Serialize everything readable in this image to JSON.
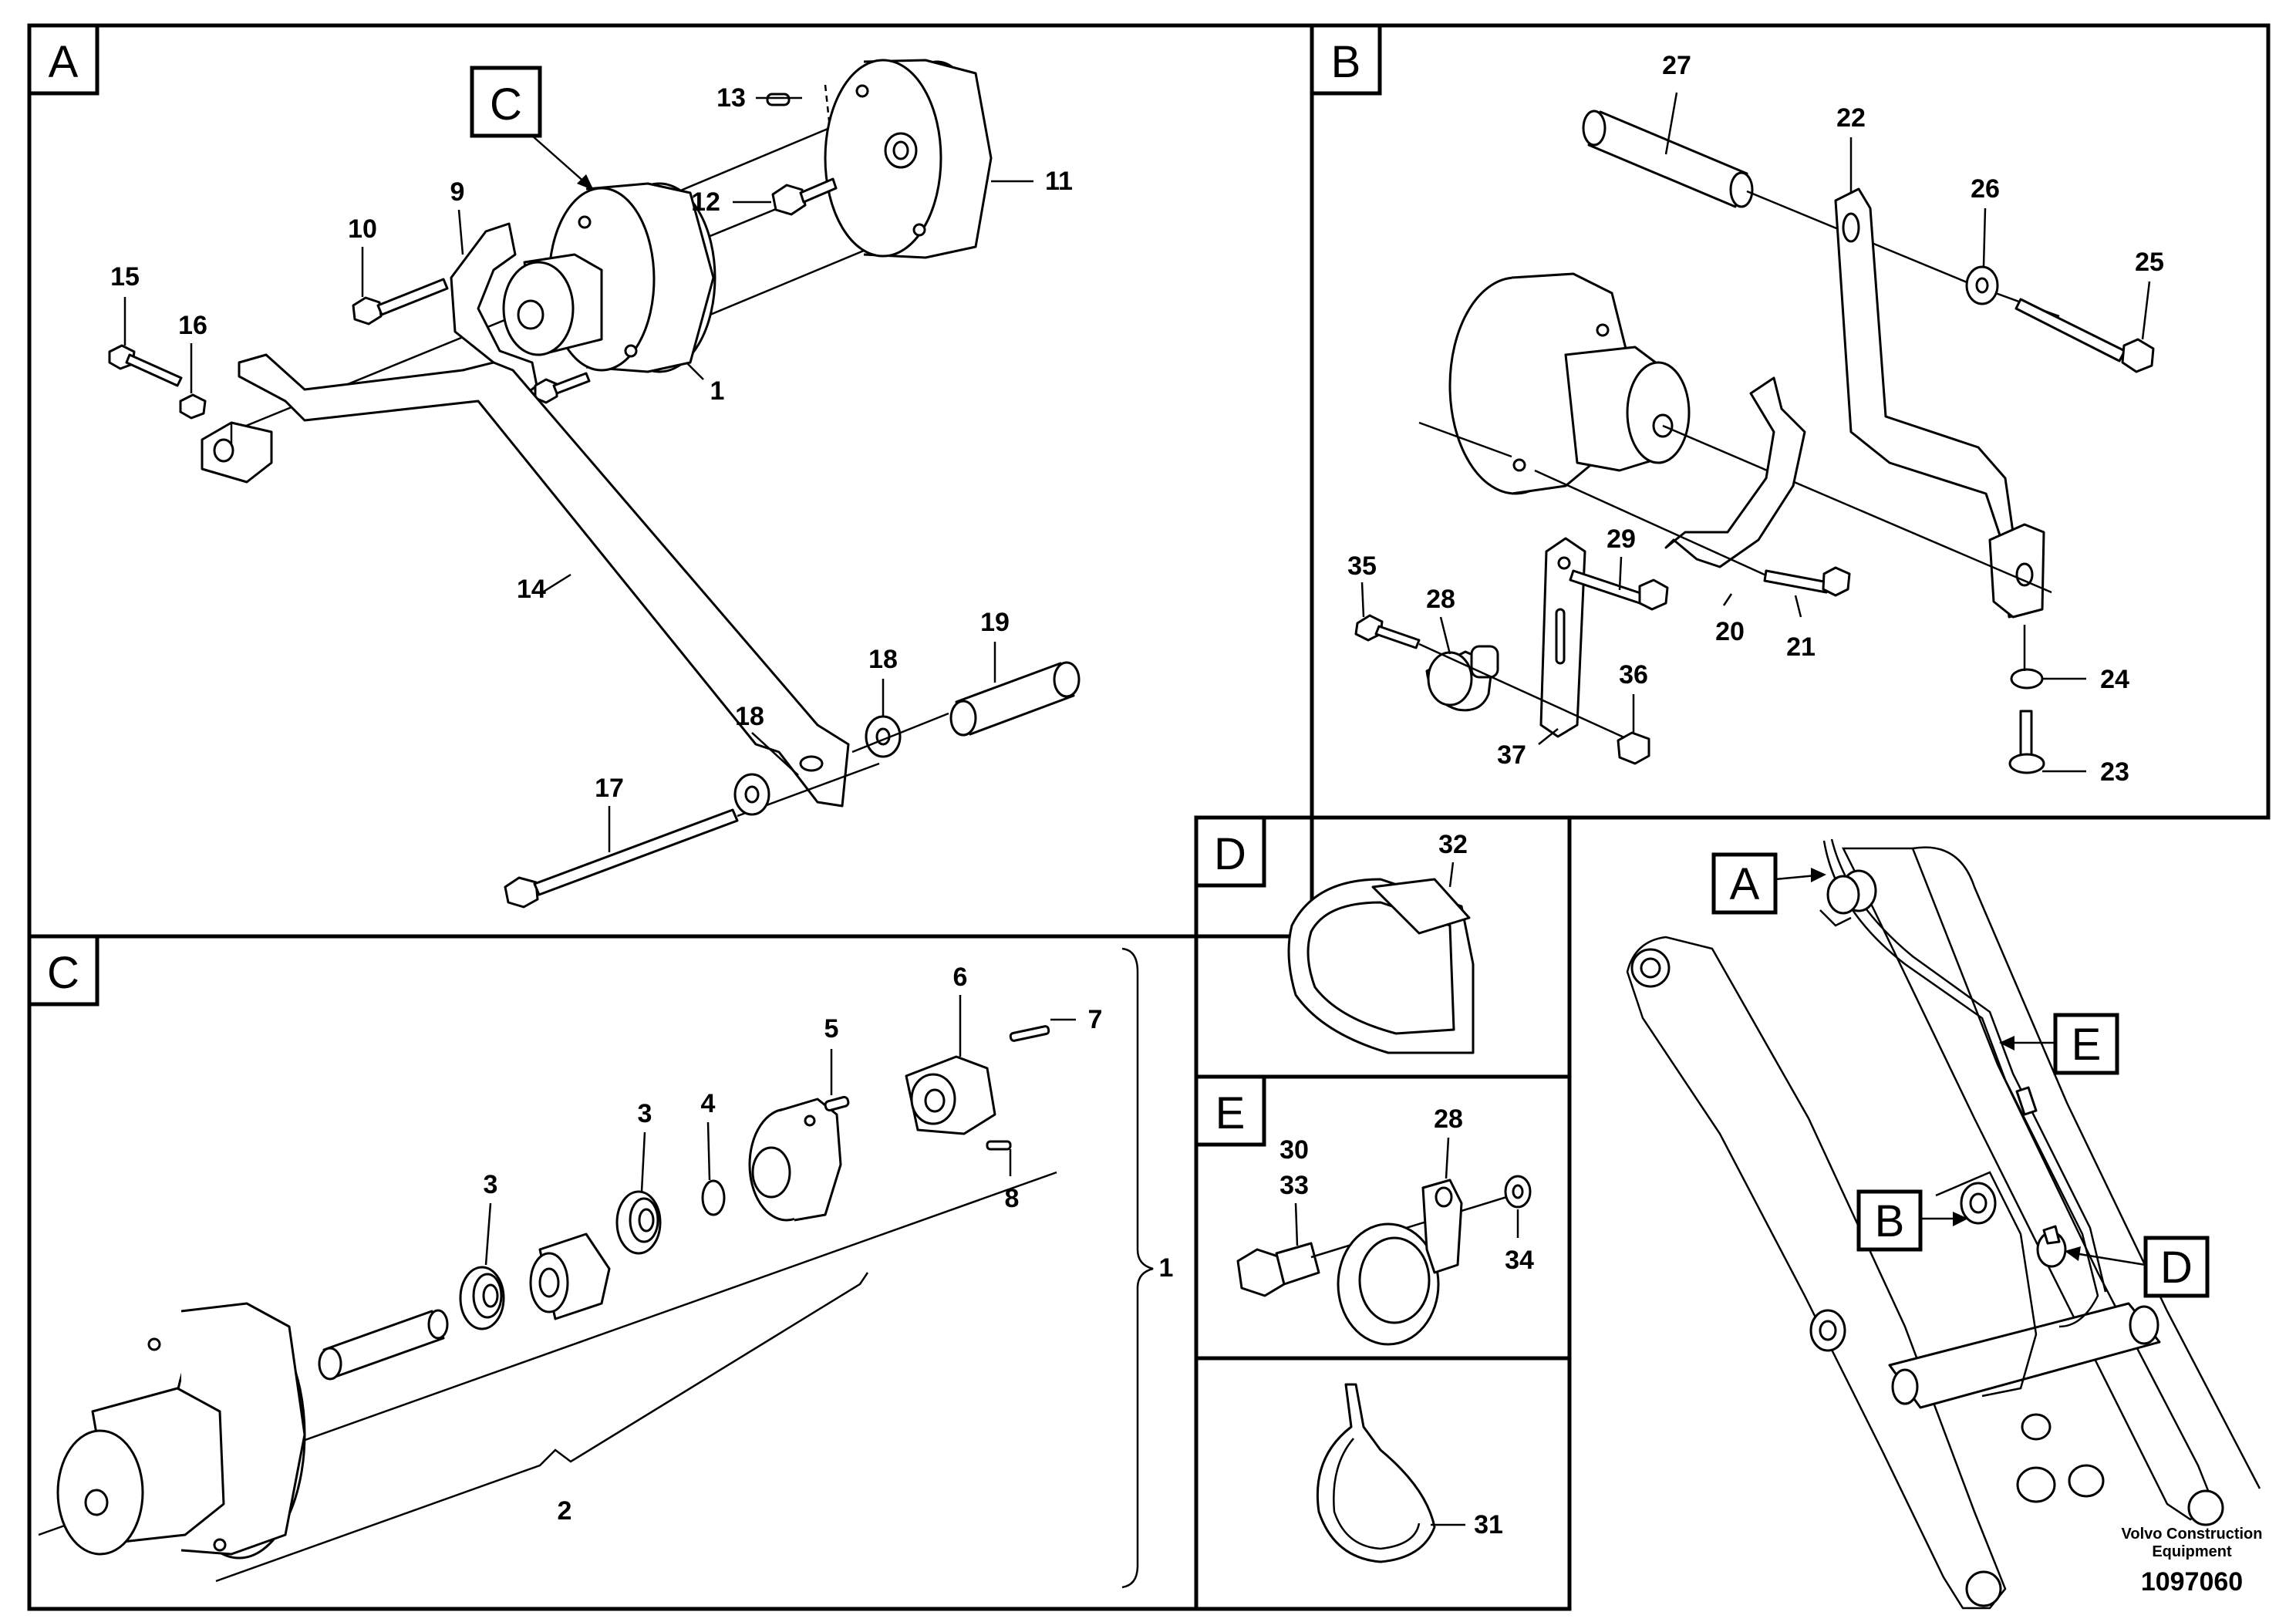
{
  "panels": {
    "A": {
      "label": "A"
    },
    "B": {
      "label": "B"
    },
    "C": {
      "label": "C"
    },
    "D": {
      "label": "D"
    },
    "E": {
      "label": "E"
    }
  },
  "sub_reference": "C",
  "callouts": {
    "p1": "1",
    "p2": "2",
    "p3a": "3",
    "p3b": "3",
    "p4": "4",
    "p5": "5",
    "p6": "6",
    "p7": "7",
    "p8": "8",
    "p9": "9",
    "p10": "10",
    "p11": "11",
    "p12": "12",
    "p13": "13",
    "p14": "14",
    "p15": "15",
    "p16": "16",
    "p17": "17",
    "p18a": "18",
    "p18b": "18",
    "p19": "19",
    "p20": "20",
    "p21": "21",
    "p22": "22",
    "p23": "23",
    "p24": "24",
    "p25": "25",
    "p26": "26",
    "p27": "27",
    "p28b": "28",
    "p28e": "28",
    "p29": "29",
    "p30": "30",
    "p31": "31",
    "p32": "32",
    "p33": "33",
    "p34": "34",
    "p35": "35",
    "p36": "36",
    "p37": "37",
    "p1c": "1"
  },
  "overview_refs": {
    "A": "A",
    "B": "B",
    "D": "D",
    "E": "E"
  },
  "brand": {
    "line1": "Volvo Construction",
    "line2": "Equipment"
  },
  "document_number": "1097060"
}
